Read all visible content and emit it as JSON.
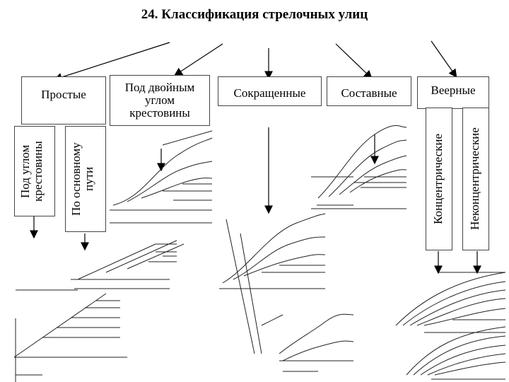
{
  "title": "24. Классификация стрелочных улиц",
  "categories": {
    "simple": "Простые",
    "double_angle": "Под двойным углом крестовины",
    "shortened": "Сокращенные",
    "compound": "Составные",
    "fan": "Веерные"
  },
  "subtypes": {
    "crossing_angle": "Под углом крестовины",
    "main_track": "По основному пути",
    "concentric": "Концентрические",
    "non_concentric": "Неконцентрические"
  }
}
